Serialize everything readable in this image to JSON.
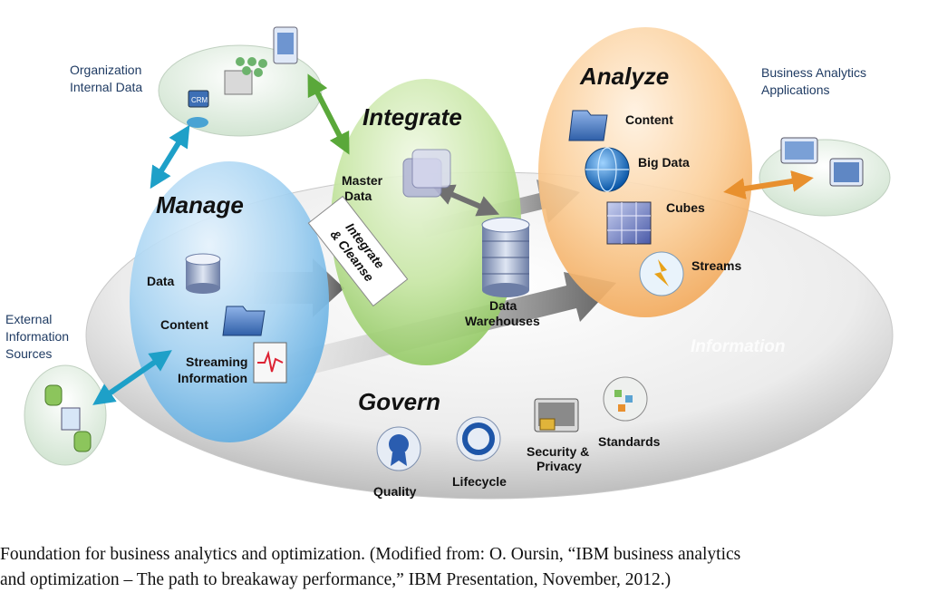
{
  "diagram": {
    "sections": {
      "manage": "Manage",
      "integrate": "Integrate",
      "analyze": "Analyze",
      "govern": "Govern"
    },
    "external_labels": {
      "org_internal": [
        "Organization",
        "Internal Data"
      ],
      "external_sources": [
        "External",
        "Information",
        "Sources"
      ],
      "business_apps": [
        "Business Analytics",
        "Applications"
      ]
    },
    "manage_items": {
      "data": "Data",
      "content": "Content",
      "streaming": [
        "Streaming",
        "Information"
      ]
    },
    "integrate_items": {
      "master_data": [
        "Master",
        "Data"
      ],
      "cleanse_banner": [
        "Integrate",
        "& Cleanse"
      ],
      "data_warehouses": [
        "Data",
        "Warehouses"
      ]
    },
    "analyze_items": {
      "content": "Content",
      "big_data": "Big Data",
      "cubes": "Cubes",
      "streams": "Streams"
    },
    "govern_items": {
      "quality": "Quality",
      "lifecycle": "Lifecycle",
      "security": [
        "Security &",
        "Privacy"
      ],
      "standards": "Standards"
    },
    "watermark": "Information"
  },
  "caption": {
    "line1": "Foundation for business analytics and optimization. (Modified from: O. Oursin, “IBM business analytics",
    "line2": "and optimization – The path to breakaway performance,” IBM Presentation, November, 2012.)"
  }
}
